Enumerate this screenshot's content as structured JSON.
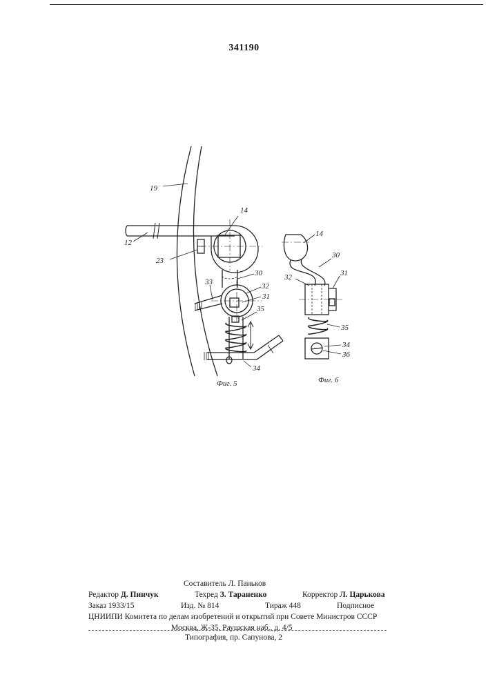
{
  "document": {
    "patent_number": "341190"
  },
  "figures": [
    {
      "caption": "Фиг. 5",
      "labels": [
        "19",
        "12",
        "14",
        "23",
        "30",
        "33",
        "32",
        "31",
        "35",
        "34"
      ]
    },
    {
      "caption": "Фиг. 6",
      "labels": [
        "14",
        "30",
        "32",
        "31",
        "35",
        "34",
        "36"
      ]
    }
  ],
  "footer": {
    "compiler": "Составитель Л. Паньков",
    "editor_label": "Редактор",
    "editor_name": "Д. Пинчук",
    "techred_label": "Техред",
    "techred_name": "З. Тараненко",
    "corrector_label": "Корректор",
    "corrector_name": "Л. Царькова",
    "order": "Заказ 1933/15",
    "issue": "Изд. № 814",
    "print_run": "Тираж 448",
    "subscription": "Подписное",
    "institution": "ЦНИИПИ Комитета по делам изобретений и открытий при Совете Министров СССР",
    "address": "Москва, Ж-35, Раушская наб., д. 4/5",
    "printing_house": "Типография, пр. Сапунова, 2"
  }
}
